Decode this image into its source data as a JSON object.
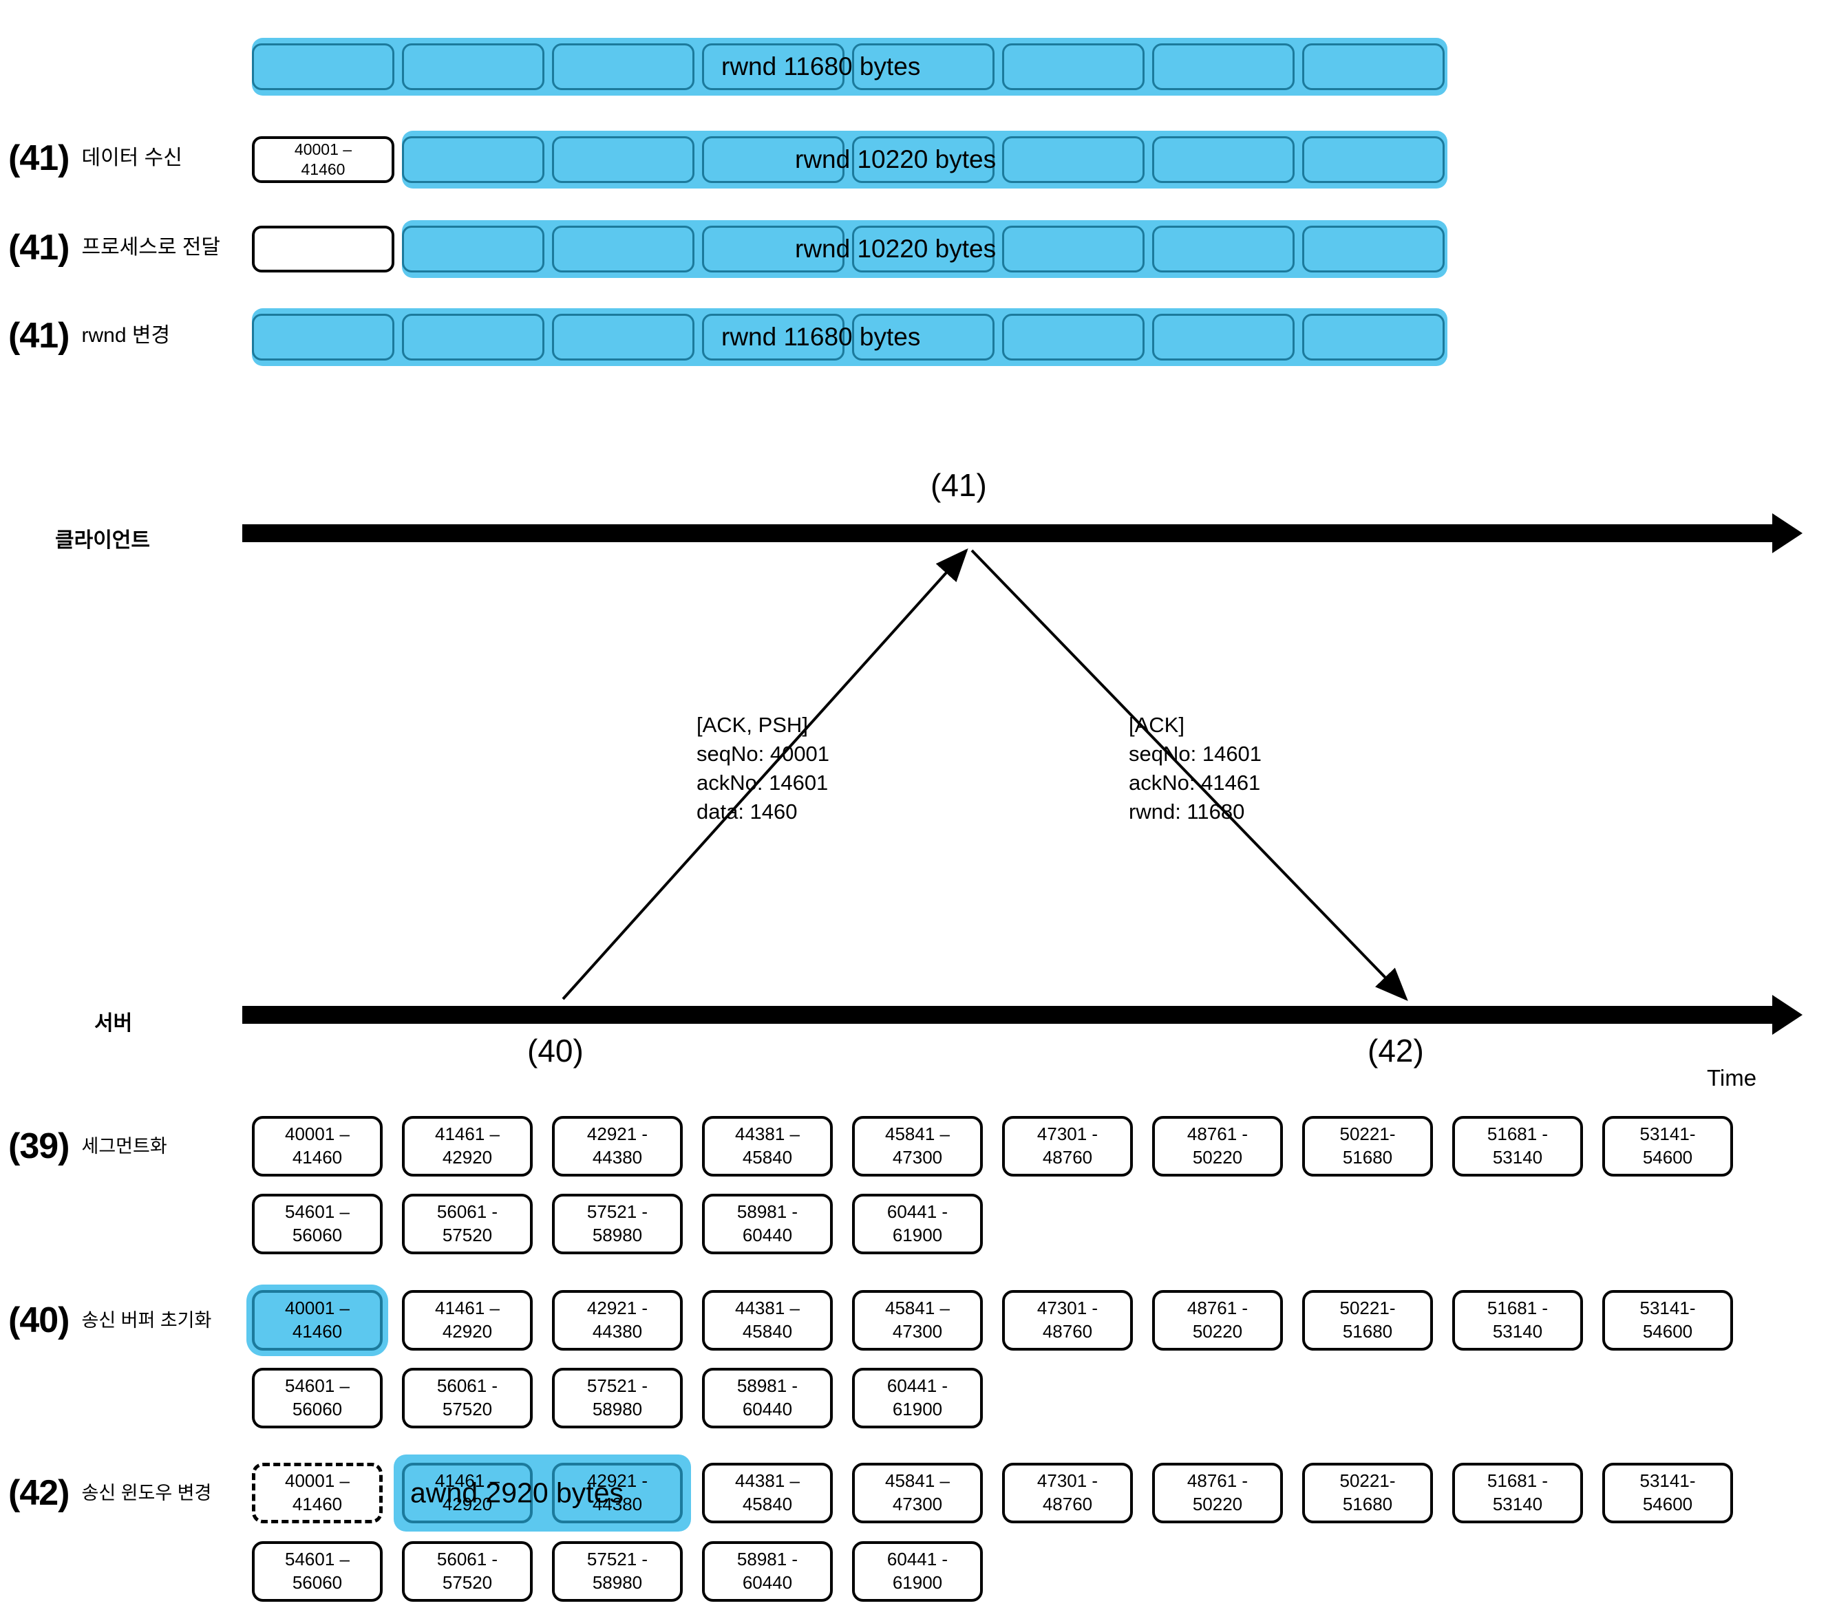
{
  "buffer_rows": [
    {
      "id": "row-rwnd-initial",
      "label_num": "",
      "label_text": "",
      "caption": "rwnd 11680 bytes",
      "cells": [
        {
          "type": "blue",
          "text": ""
        },
        {
          "type": "blue",
          "text": ""
        },
        {
          "type": "blue",
          "text": ""
        },
        {
          "type": "blue",
          "text": ""
        },
        {
          "type": "blue",
          "text": ""
        },
        {
          "type": "blue",
          "text": ""
        },
        {
          "type": "blue",
          "text": ""
        },
        {
          "type": "blue",
          "text": ""
        }
      ]
    },
    {
      "id": "row-data-receive",
      "label_num": "(41)",
      "label_text": "데이터 수신",
      "caption": "rwnd 10220 bytes",
      "cells": [
        {
          "type": "white",
          "l1": "40001 –",
          "l2": "41460"
        },
        {
          "type": "blue",
          "text": ""
        },
        {
          "type": "blue",
          "text": ""
        },
        {
          "type": "blue",
          "text": ""
        },
        {
          "type": "blue",
          "text": ""
        },
        {
          "type": "blue",
          "text": ""
        },
        {
          "type": "blue",
          "text": ""
        },
        {
          "type": "blue",
          "text": ""
        }
      ]
    },
    {
      "id": "row-deliver-to-process",
      "label_num": "(41)",
      "label_text": "프로세스로 전달",
      "caption": "rwnd 10220 bytes",
      "cells": [
        {
          "type": "white",
          "l1": "",
          "l2": ""
        },
        {
          "type": "blue",
          "text": ""
        },
        {
          "type": "blue",
          "text": ""
        },
        {
          "type": "blue",
          "text": ""
        },
        {
          "type": "blue",
          "text": ""
        },
        {
          "type": "blue",
          "text": ""
        },
        {
          "type": "blue",
          "text": ""
        },
        {
          "type": "blue",
          "text": ""
        }
      ]
    },
    {
      "id": "row-rwnd-change",
      "label_num": "(41)",
      "label_text": "rwnd 변경",
      "caption": "rwnd 11680 bytes",
      "cells": [
        {
          "type": "blue",
          "text": ""
        },
        {
          "type": "blue",
          "text": ""
        },
        {
          "type": "blue",
          "text": ""
        },
        {
          "type": "blue",
          "text": ""
        },
        {
          "type": "blue",
          "text": ""
        },
        {
          "type": "blue",
          "text": ""
        },
        {
          "type": "blue",
          "text": ""
        },
        {
          "type": "blue",
          "text": ""
        }
      ]
    }
  ],
  "timeline": {
    "client_name": "클라이언트",
    "server_name": "서버",
    "client_marker": "(41)",
    "server_marker_left": "(40)",
    "server_marker_right": "(42)",
    "time_label": "Time",
    "packet_left": {
      "flags": "[ACK, PSH]",
      "seq": "seqNo: 40001",
      "ack": "ackNo: 14601",
      "extra": "data: 1460"
    },
    "packet_right": {
      "flags": "[ACK]",
      "seq": "seqNo: 14601",
      "ack": "ackNo: 41461",
      "extra": "rwnd: 11680"
    }
  },
  "segment_rows": [
    {
      "id": "row-segmentation",
      "label_num": "(39)",
      "label_text": "세그먼트화",
      "line1": [
        {
          "l1": "40001 –",
          "l2": "41460",
          "style": "plain"
        },
        {
          "l1": "41461 –",
          "l2": "42920",
          "style": "plain"
        },
        {
          "l1": "42921 -",
          "l2": "44380",
          "style": "plain"
        },
        {
          "l1": "44381 –",
          "l2": "45840",
          "style": "plain"
        },
        {
          "l1": "45841 –",
          "l2": "47300",
          "style": "plain"
        },
        {
          "l1": "47301 -",
          "l2": "48760",
          "style": "plain"
        },
        {
          "l1": "48761 -",
          "l2": "50220",
          "style": "plain"
        },
        {
          "l1": "50221-",
          "l2": "51680",
          "style": "plain"
        },
        {
          "l1": "51681 -",
          "l2": "53140",
          "style": "plain"
        },
        {
          "l1": "53141-",
          "l2": "54600",
          "style": "plain"
        }
      ],
      "line2": [
        {
          "l1": "54601 –",
          "l2": "56060",
          "style": "plain"
        },
        {
          "l1": "56061 -",
          "l2": "57520",
          "style": "plain"
        },
        {
          "l1": "57521 -",
          "l2": "58980",
          "style": "plain"
        },
        {
          "l1": "58981 -",
          "l2": "60440",
          "style": "plain"
        },
        {
          "l1": "60441 -",
          "l2": "61900",
          "style": "plain"
        }
      ]
    },
    {
      "id": "row-send-buffer-init",
      "label_num": "(40)",
      "label_text": "송신 버퍼 초기화",
      "line1": [
        {
          "l1": "40001 –",
          "l2": "41460",
          "style": "selected"
        },
        {
          "l1": "41461 –",
          "l2": "42920",
          "style": "plain"
        },
        {
          "l1": "42921 -",
          "l2": "44380",
          "style": "plain"
        },
        {
          "l1": "44381 –",
          "l2": "45840",
          "style": "plain"
        },
        {
          "l1": "45841 –",
          "l2": "47300",
          "style": "plain"
        },
        {
          "l1": "47301 -",
          "l2": "48760",
          "style": "plain"
        },
        {
          "l1": "48761 -",
          "l2": "50220",
          "style": "plain"
        },
        {
          "l1": "50221-",
          "l2": "51680",
          "style": "plain"
        },
        {
          "l1": "51681 -",
          "l2": "53140",
          "style": "plain"
        },
        {
          "l1": "53141-",
          "l2": "54600",
          "style": "plain"
        }
      ],
      "line2": [
        {
          "l1": "54601 –",
          "l2": "56060",
          "style": "plain"
        },
        {
          "l1": "56061 -",
          "l2": "57520",
          "style": "plain"
        },
        {
          "l1": "57521 -",
          "l2": "58980",
          "style": "plain"
        },
        {
          "l1": "58981 -",
          "l2": "60440",
          "style": "plain"
        },
        {
          "l1": "60441 -",
          "l2": "61900",
          "style": "plain"
        }
      ]
    },
    {
      "id": "row-send-window-change",
      "label_num": "(42)",
      "label_text": "송신 윈도우 변경",
      "awnd_caption": "awnd 2920 bytes",
      "line1": [
        {
          "l1": "40001 –",
          "l2": "41460",
          "style": "dashed"
        },
        {
          "l1": "41461 –",
          "l2": "42920",
          "style": "awnd"
        },
        {
          "l1": "42921 -",
          "l2": "44380",
          "style": "awnd"
        },
        {
          "l1": "44381 –",
          "l2": "45840",
          "style": "plain"
        },
        {
          "l1": "45841 –",
          "l2": "47300",
          "style": "plain"
        },
        {
          "l1": "47301 -",
          "l2": "48760",
          "style": "plain"
        },
        {
          "l1": "48761 -",
          "l2": "50220",
          "style": "plain"
        },
        {
          "l1": "50221-",
          "l2": "51680",
          "style": "plain"
        },
        {
          "l1": "51681 -",
          "l2": "53140",
          "style": "plain"
        },
        {
          "l1": "53141-",
          "l2": "54600",
          "style": "plain"
        }
      ],
      "line2": [
        {
          "l1": "54601 –",
          "l2": "56060",
          "style": "plain"
        },
        {
          "l1": "56061 -",
          "l2": "57520",
          "style": "plain"
        },
        {
          "l1": "57521 -",
          "l2": "58980",
          "style": "plain"
        },
        {
          "l1": "58981 -",
          "l2": "60440",
          "style": "plain"
        },
        {
          "l1": "60441 -",
          "l2": "61900",
          "style": "plain"
        }
      ]
    }
  ],
  "colors": {
    "fill_blue": "#5CC8EF",
    "border_blue": "#1C7A9C",
    "black": "#000000"
  }
}
